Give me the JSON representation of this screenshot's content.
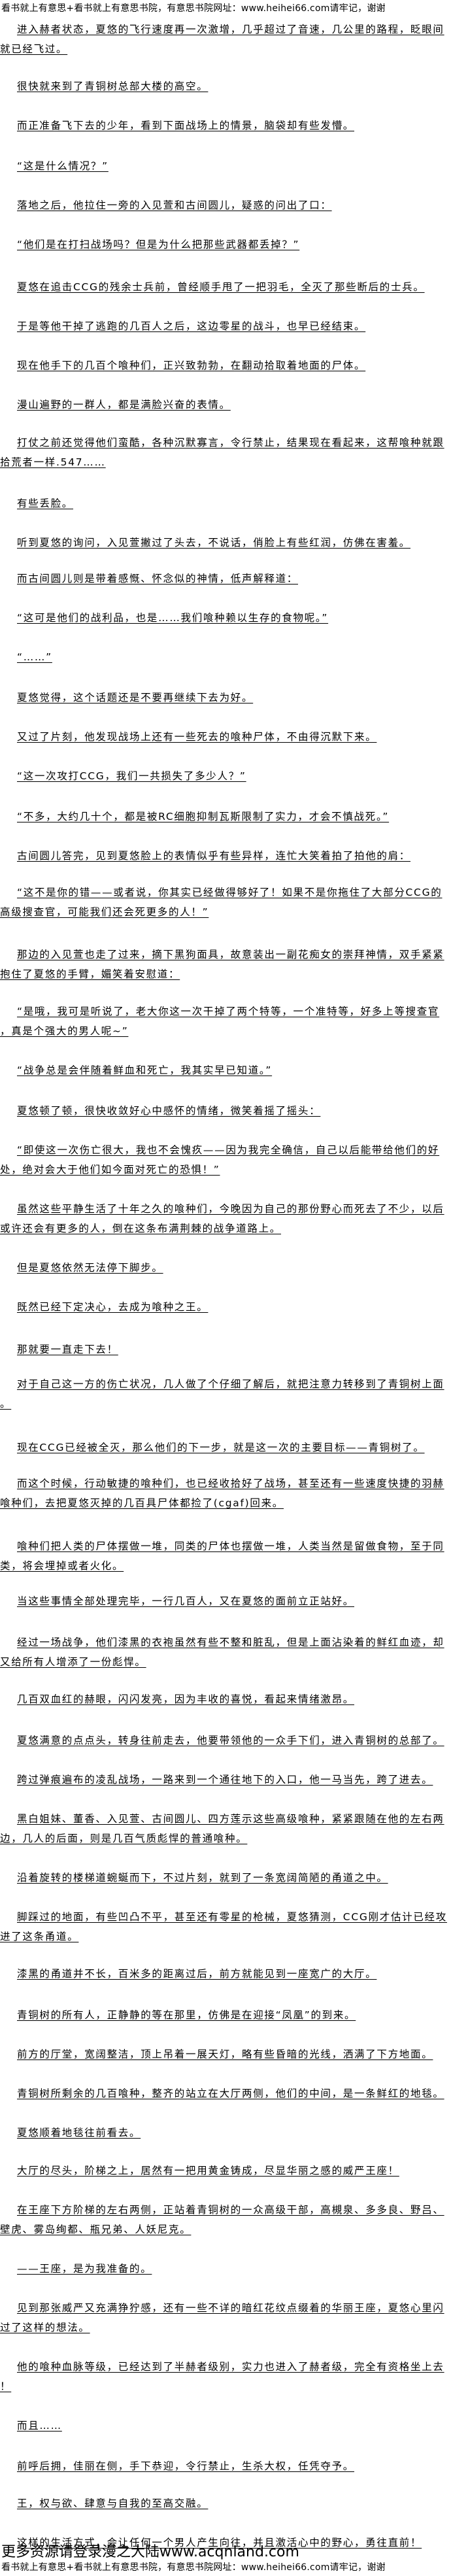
{
  "header": {
    "text": "看书就上有意思+看书就上有意思书院，有意思书院网址：www.heihei66.com请牢记，谢谢"
  },
  "paragraphs": [
    "进入赫者状态，夏悠的飞行速度再一次激增，几乎超过了音速，几公里的路程，眨眼间就已经飞过。",
    "很快就来到了青铜树总部大楼的高空。",
    "而正准备飞下去的少年，看到下面战场上的情景，脑袋却有些发懵。",
    "“这是什么情况？”",
    "落地之后，他拉住一旁的入见萱和古间圆儿，疑惑的问出了口：",
    "“他们是在打扫战场吗？但是为什么把那些武器都丢掉？”",
    "夏悠在追击CCG的残余士兵前，曾经顺手甩了一把羽毛，全灭了那些断后的士兵。",
    "于是等他干掉了逃跑的几百人之后，这边零星的战斗，也早已经结束。",
    "现在他手下的几百个喰种们，正兴致勃勃，在翻动拾取着地面的尸体。",
    "漫山遍野的一群人，都是满脸兴奋的表情。",
    "打仗之前还觉得他们蛮酷，各种沉默寡言，令行禁止，结果现在看起来，这帮喰种就跟拾荒者一样.547……",
    "有些丢脸。",
    "听到夏悠的询问，入见萱撇过了头去，不说话，俏脸上有些红润，仿佛在害羞。",
    "而古间圆儿则是带着感慨、怀念似的神情，低声解释道：",
    "“这可是他们的战利品，也是……我们喰种赖以生存的食物呢。”",
    "“……”",
    "夏悠觉得，这个话题还是不要再继续下去为好。",
    "又过了片刻，他发现战场上还有一些死去的喰种尸体，不由得沉默下来。",
    "“这一次攻打CCG，我们一共损失了多少人？”",
    "“不多，大约几十个，都是被RC细胞抑制瓦斯限制了实力，才会不慎战死。”",
    "古间圆儿答完，见到夏悠脸上的表情似乎有些异样，连忙大笑着拍了拍他的肩：",
    "“这不是你的错——或者说，你其实已经做得够好了！如果不是你拖住了大部分CCG的高级搜查官，可能我们还会死更多的人！”",
    "那边的入见萱也走了过来，摘下黑狗面具，故意装出一副花痴女的崇拜神情，双手紧紧抱住了夏悠的手臂，媚笑着安慰道：",
    "“是哦，我可是听说了，老大你这一次干掉了两个特等，一个准特等，好多上等搜查官，真是个强大的男人呢~”",
    "“战争总是会伴随着鲜血和死亡，我其实早已知道。”",
    "夏悠顿了顿，很快收敛好心中感怀的情绪，微笑着摇了摇头：",
    "“即使这一次伤亡很大，我也不会愧疚——因为我完全确信，自己以后能带给他们的好处，绝对会大于他们如今面对死亡的恐惧！”",
    "虽然这些平静生活了十年之久的喰种们，今晚因为自己的那份野心而死去了不少，以后或许还会有更多的人，倒在这条布满荆棘的战争道路上。",
    "但是夏悠依然无法停下脚步。",
    "既然已经下定决心，去成为喰种之王。",
    "那就要一直走下去！",
    "对于自己这一方的伤亡状况，几人做了个仔细了解后，就把注意力转移到了青铜树上面。",
    "现在CCG已经被全灭，那么他们的下一步，就是这一次的主要目标——青铜树了。",
    "而这个时候，行动敏捷的喰种们，也已经收拾好了战场，甚至还有一些速度快捷的羽赫喰种们，去把夏悠灭掉的几百具尸体都捡了(cgaf)回来。",
    "喰种们把人类的尸体摆做一堆，同类的尸体也摆做一堆，人类当然是留做食物，至于同类，将会埋掉或者火化。",
    "当这些事情全部处理完毕，一行几百人，又在夏悠的面前立正站好。",
    "经过一场战争，他们漆黑的衣袍虽然有些不整和脏乱，但是上面沾染着的鲜红血迹，却又给所有人增添了一份彪悍。",
    "几百双血红的赫眼，闪闪发亮，因为丰收的喜悦，看起来情绪激昂。",
    "夏悠满意的点点头，转身往前走去，他要带领他的一众手下们，进入青铜树的总部了。",
    "跨过弹痕遍布的凌乱战场，一路来到一个通往地下的入口，他一马当先，跨了进去。",
    "黑白姐妹、董香、入见萱、古间圆儿、四方莲示这些高级喰种，紧紧跟随在他的左右两边，几人的后面，则是几百气质彪悍的普通喰种。",
    "沿着旋转的楼梯道蜿蜒而下，不过片刻，就到了一条宽阔简陋的甬道之中。",
    "脚踩过的地面，有些凹凸不平，甚至还有零星的枪械，夏悠猜测，CCG刚才估计已经攻进了这条甬道。",
    "漆黑的甬道并不长，百米多的距离过后，前方就能见到一座宽广的大厅。",
    "青铜树的所有人，正静静的等在那里，仿佛是在迎接“凤凰”的到来。",
    "前方的厅堂，宽阔整洁，顶上吊着一展天灯，略有些昏暗的光线，洒满了下方地面。",
    "青铜树所剩余的几百喰种，整齐的站立在大厅两侧，他们的中间，是一条鲜红的地毯。",
    "夏悠顺着地毯往前看去。",
    "大厅的尽头，阶梯之上，居然有一把用黄金铸成，尽显华丽之感的威严王座！",
    "在王座下方阶梯的左右两侧，正站着青铜树的一众高级干部，高槻泉、多多良、野吕、壁虎、雾岛绚都、瓶兄弟、人妖尼克。",
    "——王座，是为我准备的。",
    "见到那张威严又充满狰狞感，还有一些不详的暗红花纹点缀着的华丽王座，夏悠心里闪过了这样的想法。",
    "他的喰种血脉等级，已经达到了半赫者级别，实力也进入了赫者级，完全有资格坐上去！",
    "而且……",
    "前呼后拥，佳丽在侧，手下恭迎，令行禁止，生杀大权，任凭夺予。",
    "王，权与欲、肆意与自我的至高交融。",
    "这样的生活方式，会让任何一个男人产生向往，并且激活心中的野心，勇往直前！"
  ],
  "promo": {
    "text": "更多资源请登录漫之大陆www.acqnland.com"
  },
  "footer": {
    "text": "看书就上有意思+看书就上有意思书院，有意思书院网址：www.heihei66.com请牢记，谢谢"
  }
}
